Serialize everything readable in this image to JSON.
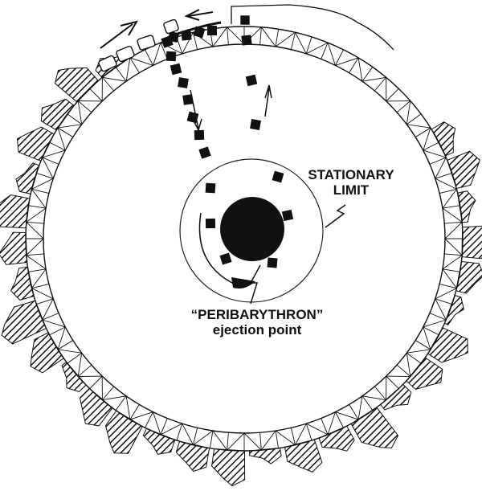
{
  "labels": {
    "stationary_limit_line1": "STATIONARY",
    "stationary_limit_line2": "LIMIT",
    "ejection_line1": "“PERIBARYTHRON”",
    "ejection_line2": "ejection point"
  },
  "colors": {
    "ink": "#111111",
    "paper": "#ffffff"
  }
}
